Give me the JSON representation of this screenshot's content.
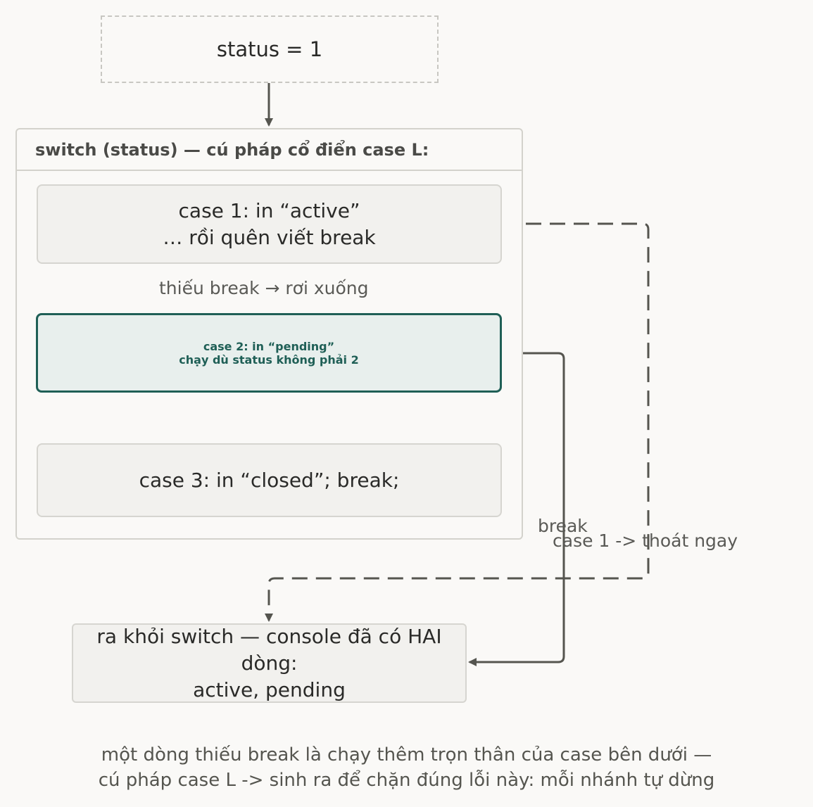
{
  "start": {
    "text": "status = 1"
  },
  "switch": {
    "header": "switch (status) — cú pháp cổ điển case L:"
  },
  "cases": {
    "case1": "case 1: in “active”\n… rồi quên viết break",
    "case2": "case 2: in “pending”\nchạy dù status không phải 2",
    "case3": "case 3: in “closed”; break;"
  },
  "exit": {
    "text": "ra khỏi switch — console đã có HAI\ndòng:\nactive, pending"
  },
  "edges": {
    "fallthrough_label": "thiếu break → rơi xuống",
    "break_label": "break",
    "case1_exit_label": "case 1 -> thoát ngay"
  },
  "footnote": "một dòng thiếu break là chạy thêm trọn thân của case bên dưới —\ncú pháp case L -> sinh ra để chặn đúng lỗi này: mỗi nhánh tự dừng",
  "colors": {
    "accent": "#1f5f56",
    "accent_bg": "#e8efed",
    "node_bg": "#f2f1ee",
    "border": "#d6d5d0",
    "edge": "#55554f",
    "background": "#faf9f7"
  }
}
